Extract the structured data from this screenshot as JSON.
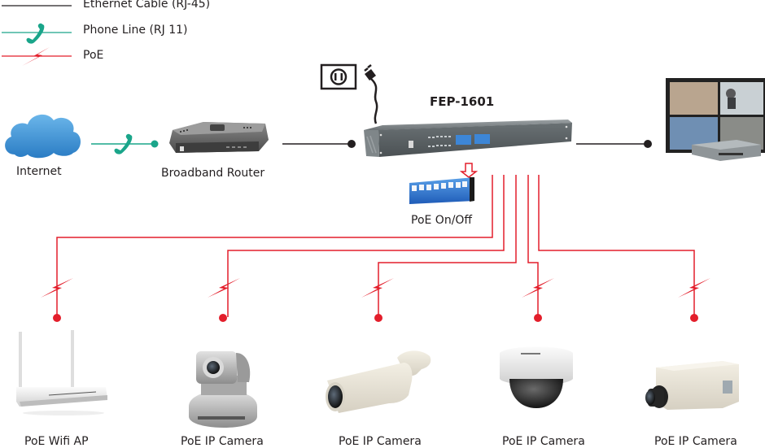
{
  "legend": {
    "items": [
      {
        "label": "Ethernet Cable (RJ-45)",
        "type": "ethernet",
        "color": "#231f20"
      },
      {
        "label": "Phone Line (RJ 11)",
        "type": "phone",
        "color": "#1aa58a"
      },
      {
        "label": "PoE",
        "type": "poe",
        "color": "#e31e2b"
      }
    ]
  },
  "colors": {
    "ethernet": "#231f20",
    "phone": "#1aa58a",
    "poe": "#e31e2b",
    "cloud": "#3a8fd1",
    "switch": "#5c6366"
  },
  "nodes": {
    "internet": {
      "label": "Internet"
    },
    "router": {
      "label": "Broadband Router"
    },
    "switch": {
      "label": "FEP-1601"
    },
    "dip_switch": {
      "label": "PoE On/Off"
    },
    "monitor": {
      "label": ""
    }
  },
  "devices": [
    {
      "label": "PoE Wifi AP",
      "kind": "wifi-ap"
    },
    {
      "label": "PoE IP Camera",
      "kind": "ptz-camera"
    },
    {
      "label": "PoE IP Camera",
      "kind": "bullet-camera"
    },
    {
      "label": "PoE IP Camera",
      "kind": "dome-camera"
    },
    {
      "label": "PoE IP Camera",
      "kind": "box-camera"
    }
  ]
}
